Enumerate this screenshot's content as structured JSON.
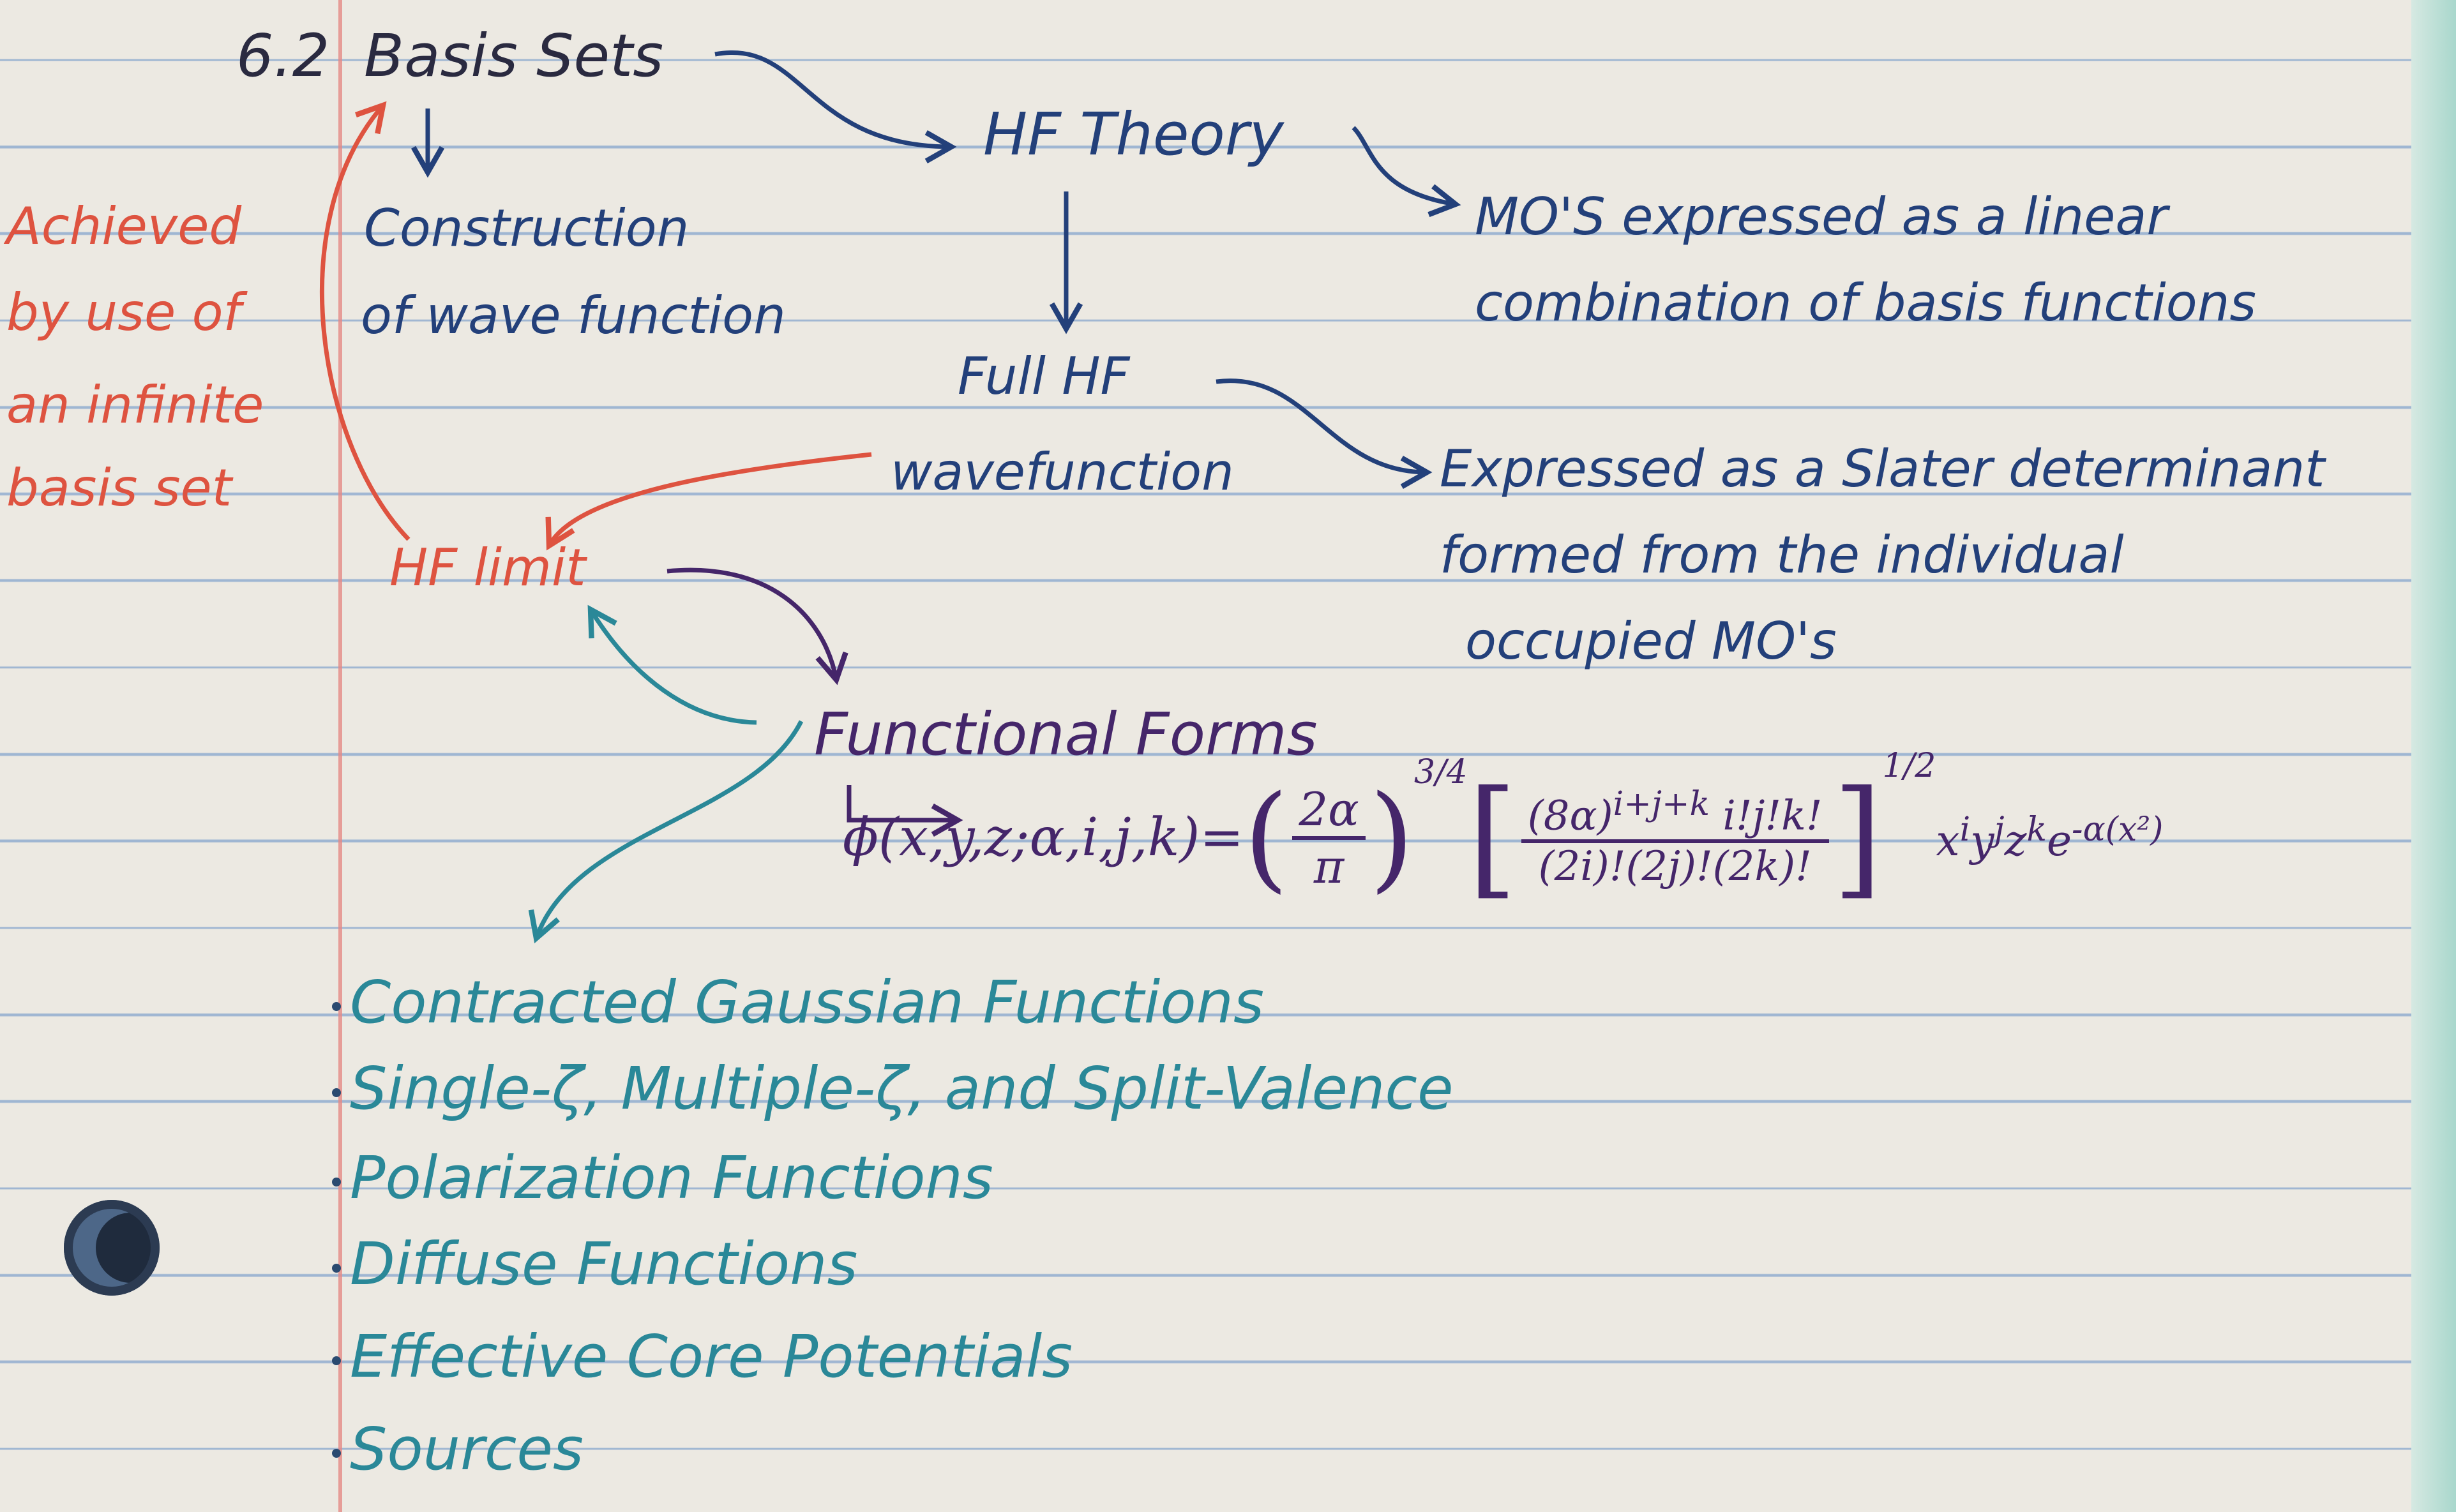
{
  "section_number": "6.2",
  "section_title": "Basis Sets",
  "hf_theory": "HF Theory",
  "mo_line1": "MO'S expressed as a linear",
  "mo_line2": "combination of basis functions",
  "construction_line1": "Construction",
  "construction_line2": "of wave function",
  "achieved": [
    "Achieved",
    "by use of",
    "an infinite",
    "basis set"
  ],
  "full_hf_line1": "Full HF",
  "full_hf_line2": "wavefunction",
  "slater_line1": "Expressed as a Slater determinant",
  "slater_line2": "formed from the individual",
  "slater_line3": "occupied MO's",
  "hf_limit": "HF limit",
  "functional_forms": "Functional Forms",
  "formula": {
    "lhs": "ϕ(x,y,z;α,i,j,k)=",
    "frac1_num": "2α",
    "frac1_den": "π",
    "exp1": "3/4",
    "frac2_num": "(8α)",
    "frac2_num_exp": "i+j+k",
    "frac2_num_tail": "i!j!k!",
    "frac2_den": "(2i)!(2j)!(2k)!",
    "exp2": "1/2",
    "tail": "x",
    "tail_sup1": "i",
    "tail_mid1": "y",
    "tail_sup2": "j",
    "tail_mid2": "z",
    "tail_sup3": "k",
    "tail_mid3": "e",
    "tail_sup4": "-α(x²)"
  },
  "bullets": [
    "Contracted Gaussian Functions",
    "Single-ζ, Multiple-ζ, and Split-Valence",
    "Polarization Functions",
    "Diffuse Functions",
    "Effective Core Potentials",
    "Sources"
  ],
  "colors": {
    "blue": "#23407a",
    "red": "#de5340",
    "teal": "#2a8898",
    "purple": "#45266a"
  }
}
